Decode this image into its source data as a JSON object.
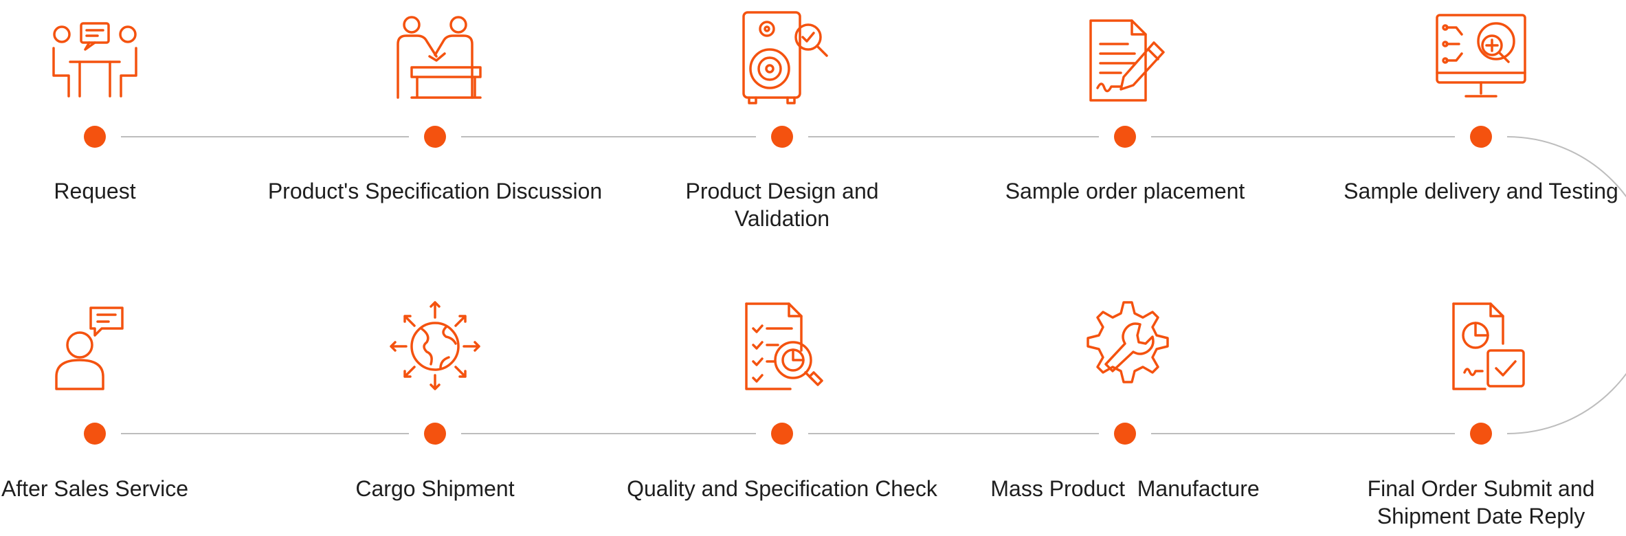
{
  "colors": {
    "accent": "#F4520F",
    "line": "#BDBDBD",
    "text": "#1E1E1E"
  },
  "steps": [
    {
      "label": "Request",
      "icon": "meeting-icon"
    },
    {
      "label": "Product's Specification Discussion",
      "icon": "handshake-desk-icon"
    },
    {
      "label": "Product Design and\nValidation",
      "icon": "speaker-inspection-icon"
    },
    {
      "label": "Sample order placement",
      "icon": "document-signing-icon"
    },
    {
      "label": "Sample delivery and Testing",
      "icon": "monitor-gear-search-icon"
    },
    {
      "label": "Final Order Submit and\nShipment Date Reply",
      "icon": "report-check-icon"
    },
    {
      "label": "Mass Product  Manufacture",
      "icon": "gear-wrench-icon"
    },
    {
      "label": "Quality and Specification Check",
      "icon": "checklist-magnifier-icon"
    },
    {
      "label": "Cargo Shipment",
      "icon": "globe-arrows-icon"
    },
    {
      "label": "After Sales Service",
      "icon": "person-chat-icon"
    }
  ]
}
